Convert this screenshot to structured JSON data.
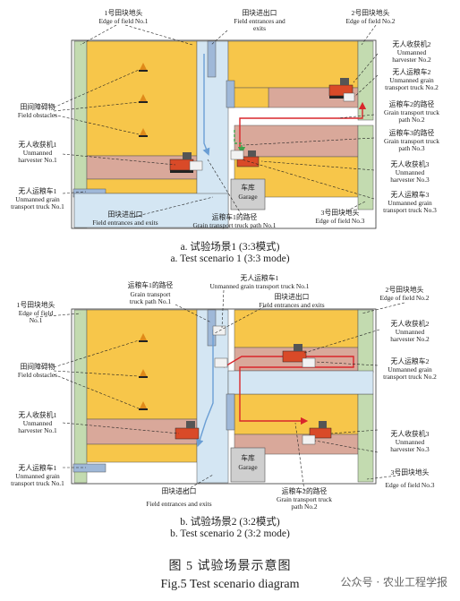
{
  "scenario1": {
    "labels": {
      "edge1_cn": "1号田块地头",
      "edge1_en": "Edge of field No.1",
      "entr_top_cn": "田块进出口",
      "entr_top_en1": "Field entrances and",
      "entr_top_en2": "exits",
      "edge2_cn": "2号田块地头",
      "edge2_en": "Edge of field No.2",
      "harv2_cn": "无人收获机2",
      "harv2_en1": "Unmanned",
      "harv2_en2": "harvester No.2",
      "truck2_cn": "无人运粮车2",
      "truck2_en1": "Unmanned grain",
      "truck2_en2": "transport truck No.2",
      "obst_cn": "田间障碍物",
      "obst_en": "Field obstacles",
      "path2_cn": "运粮车2的路径",
      "path2_en1": "Grain transport truck",
      "path2_en2": "path No.2",
      "path3_cn": "运粮车3的路径",
      "path3_en1": "Grain transport truck",
      "path3_en2": "path No.3",
      "harv1_cn": "无人收获机1",
      "harv1_en1": "Unmanned",
      "harv1_en2": "harvester No.1",
      "harv3_cn": "无人收获机3",
      "harv3_en1": "Unmanned",
      "harv3_en2": "harvester No.3",
      "truck1_cn": "无人运粮车1",
      "truck1_en1": "Unmanned grain",
      "truck1_en2": "transport truck No.1",
      "garage_cn": "车库",
      "garage_en": "Garage",
      "truck3_cn": "无人运粮车3",
      "truck3_en1": "Unmanned grain",
      "truck3_en2": "transport truck No.3",
      "entr_bot_cn": "田块进出口",
      "entr_bot_en": "Field entrances and exits",
      "path1_cn": "运粮车1的路径",
      "path1_en": "Grain transport truck path No.1",
      "edge3_cn": "3号田块地头",
      "edge3_en": "Edge of field No.3"
    },
    "caption_cn": "a. 试验场景1 (3:3模式)",
    "caption_en": "a. Test scenario 1 (3:3 mode)"
  },
  "scenario2": {
    "labels": {
      "truck1_top_cn": "无人运粮车1",
      "truck1_top_en": "Unmanned grain transport truck No.1",
      "path1_cn": "运粮车1的路径",
      "path1_en1": "Grain transport",
      "path1_en2": "truck path No.1",
      "entr_top_cn": "田块进出口",
      "entr_top_en": "Field entrances and exits",
      "edge1_cn": "1号田块地头",
      "edge1_en1": "Edge of field",
      "edge1_en2": "No.1",
      "edge2_cn": "2号田块地头",
      "edge2_en": "Edge of field No.2",
      "harv2_cn": "无人收获机2",
      "harv2_en1": "Unmanned",
      "harv2_en2": "harvester No.2",
      "obst_cn": "田间障碍物",
      "obst_en": "Field obstacles",
      "truck2_cn": "无人运粮车2",
      "truck2_en1": "Unmanned grain",
      "truck2_en2": "transport truck No.2",
      "harv1_cn": "无人收获机1",
      "harv1_en1": "Unmanned",
      "harv1_en2": "harvester No.1",
      "harv3_cn": "无人收获机3",
      "harv3_en1": "Unmanned",
      "harv3_en2": "harvester No.3",
      "garage_cn": "车库",
      "garage_en": "Garage",
      "truck1_bot_cn": "无人运粮车1",
      "truck1_bot_en1": "Unmanned grain",
      "truck1_bot_en2": "transport truck No.1",
      "edge3_cn": "3号田块地头",
      "edge3_en": "Edge of field No.3",
      "entr_bot_cn": "田块进出口",
      "entr_bot_en": "Field entrances and exits",
      "path2_cn": "运粮车2的路径",
      "path2_en1": "Grain transport truck",
      "path2_en2": "path No.2"
    },
    "caption_cn": "b. 试验场景2 (3:2模式)",
    "caption_en": "b. Test scenario 2 (3:2 mode)"
  },
  "figure_caption_cn": "图 5   试验场景示意图",
  "figure_caption_en": "Fig.5   Test scenario diagram",
  "watermark": "公众号 · 农业工程学报",
  "colors": {
    "unharvested": "#f7c64a",
    "harvested": "#d9a89a",
    "edge": "#c3dbb0",
    "road": "#d4e6f3",
    "garage": "#cfcfcf",
    "path1": "#6a9ed4",
    "path2": "#d9262b",
    "path3": "#3fa34d"
  }
}
